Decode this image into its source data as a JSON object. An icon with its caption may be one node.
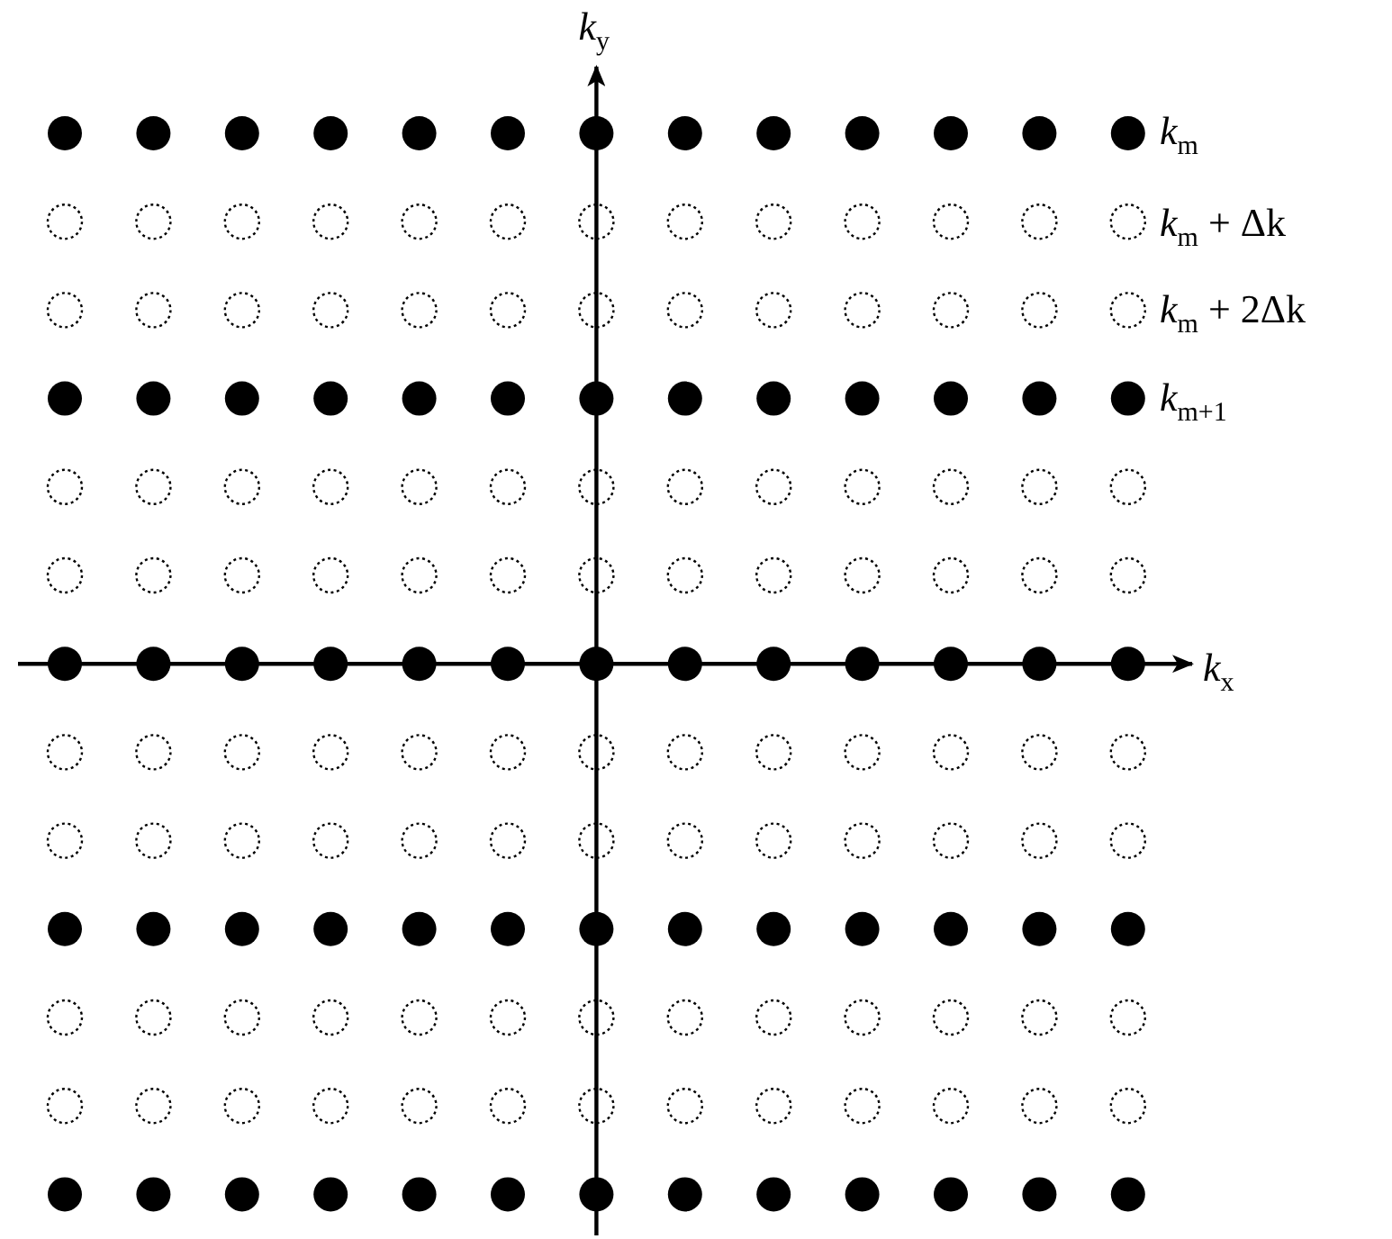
{
  "diagram": {
    "labels": [
      "*k*$_{y}$",
      "*k*$_{m}$",
      "*k*$_{m}$ + Δk",
      "*k*$_{m}$ + 2Δk",
      "*k*$_{m+1}$",
      "*k*$_{x}$"
    ]
  }
}
